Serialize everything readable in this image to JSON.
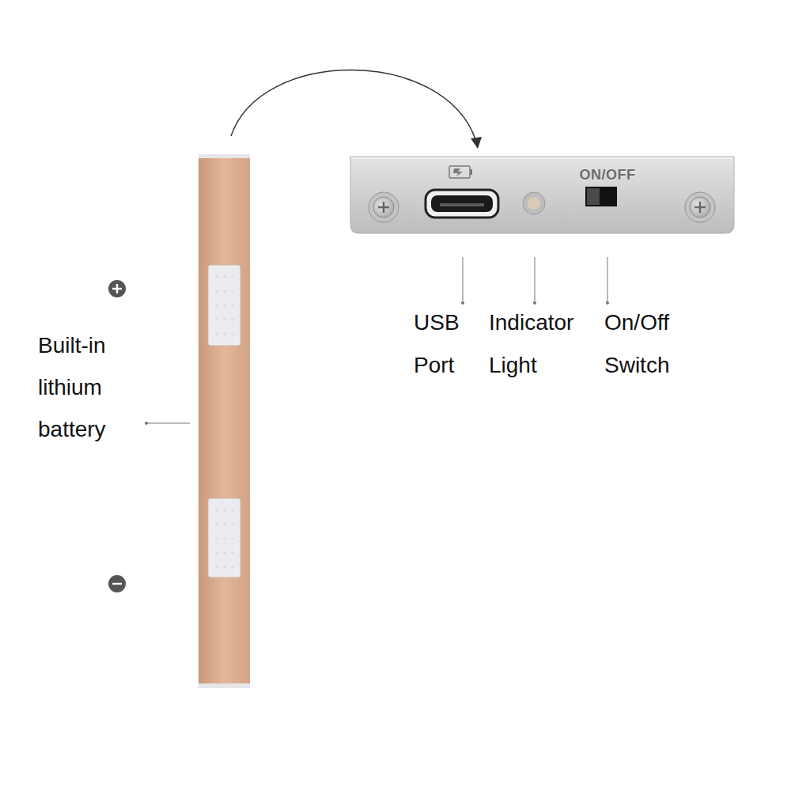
{
  "diagram": {
    "labels": [
      "ON/OFF",
      "USB Port",
      "Indicator Light",
      "On/Off Switch",
      "Built-in lithium battery"
    ]
  }
}
